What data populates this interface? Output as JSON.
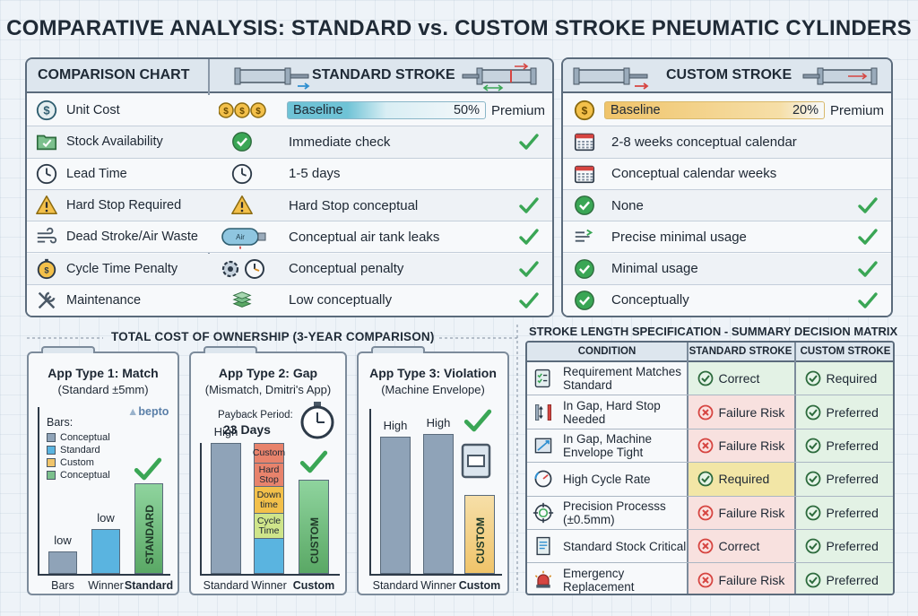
{
  "title": "COMPARATIVE ANALYSIS: STANDARD vs. CUSTOM STROKE PNEUMATIC CYLINDERS",
  "comparison": {
    "chart_label": "COMPARISON CHART",
    "standard_header": "STANDARD STROKE",
    "custom_header": "CUSTOM STROKE",
    "rows": [
      {
        "label": "Unit Cost",
        "icon": "dollar-icon",
        "std_icon": "coins-icon",
        "std_value": "Baseline",
        "std_pct": "50%",
        "std_premium": "Premium",
        "std_fill": 0.5,
        "cus_icon": "coin-icon",
        "cus_value": "Baseline",
        "cus_pct": "20%",
        "cus_premium": "Premium",
        "cus_fill": 0.8
      },
      {
        "label": "Stock Availability",
        "icon": "folder-check-icon",
        "std_icon": "check-circle-icon",
        "std_value": "Immediate check",
        "std_check": true,
        "cus_icon": "calendar-icon",
        "cus_value": "2-8 weeks conceptual calendar",
        "cus_check": false
      },
      {
        "label": "Lead Time",
        "icon": "clock-icon",
        "std_icon": "clock-icon",
        "std_value": "1-5 days",
        "std_check": false,
        "cus_icon": "calendar-icon",
        "cus_value": "Conceptual calendar weeks",
        "cus_check": false
      },
      {
        "label": "Hard Stop Required",
        "icon": "warning-icon",
        "std_icon": "warning-icon",
        "std_value": "Hard Stop conceptual",
        "std_check": true,
        "cus_icon": "check-circle-icon",
        "cus_value": "None",
        "cus_check": true
      },
      {
        "label": "Dead Stroke/Air Waste",
        "icon": "wind-icon",
        "std_icon": "air-tank-icon",
        "std_value": "Conceptual air tank leaks",
        "std_check": true,
        "cus_icon": "airflow-icon",
        "cus_value": "Precise minimal usage",
        "cus_check": true
      },
      {
        "label": "Cycle Time Penalty",
        "icon": "stopwatch-icon",
        "std_icon": "gear-clock-icon",
        "std_value": "Conceptual penalty",
        "std_check": true,
        "cus_icon": "check-circle-icon",
        "cus_value": "Minimal usage",
        "cus_check": true
      },
      {
        "label": "Maintenance",
        "icon": "tools-icon",
        "std_icon": "stack-icon",
        "std_value": "Low conceptually",
        "std_check": true,
        "cus_icon": "check-circle-icon",
        "cus_value": "Conceptually",
        "cus_check": true
      }
    ],
    "air_tag": "Air"
  },
  "tco": {
    "title": "TOTAL COST OF OWNERSHIP (3-YEAR COMPARISON)",
    "app1": {
      "title": "App Type 1: Match",
      "subtitle": "(Standard ±5mm)",
      "logo": "bepto",
      "legend_title": "Bars:",
      "legend": [
        "Conceptual",
        "Standard",
        "Custom",
        "Conceptual"
      ],
      "bars": [
        {
          "label": "Bars",
          "top": "low",
          "level": 0.14
        },
        {
          "label": "Winner",
          "top": "low",
          "level": 0.28
        },
        {
          "label": "Standard",
          "top": "",
          "level": 0.56,
          "inner": "STANDARD"
        }
      ]
    },
    "app2": {
      "title": "App Type 2: Gap",
      "subtitle": "(Mismatch, Dmitri's App)",
      "payback_label": "Payback Period:",
      "payback_value": "23 Days",
      "bars": [
        {
          "label": "Standard",
          "top": "High",
          "level": 0.86
        },
        {
          "label": "Winner",
          "top": "",
          "level": 0.86,
          "segments": [
            "Custom",
            "Hard Stop",
            "Down time",
            "Cycle Time"
          ]
        },
        {
          "label": "Custom",
          "top": "",
          "level": 0.62,
          "inner": "CUSTOM"
        }
      ]
    },
    "app3": {
      "title": "App Type 3: Violation",
      "subtitle": "(Machine Envelope)",
      "bars": [
        {
          "label": "Standard",
          "top": "High",
          "level": 0.9
        },
        {
          "label": "Winner",
          "top": "High",
          "level": 0.92
        },
        {
          "label": "Custom",
          "top": "",
          "level": 0.52,
          "inner": "CUSTOM"
        }
      ]
    }
  },
  "matrix": {
    "title": "STROKE LENGTH SPECIFICATION - SUMMARY DECISION MATRIX",
    "headers": [
      "CONDITION",
      "STANDARD STROKE",
      "CUSTOM STROKE"
    ],
    "rows": [
      {
        "condition": "Requirement Matches Standard",
        "icon": "checklist-icon",
        "std": "Correct",
        "std_status": "ok",
        "cus": "Required",
        "cus_status": "ok"
      },
      {
        "condition": "In Gap, Hard Stop Needed",
        "icon": "gap-arrows-icon",
        "std": "Failure Risk",
        "std_status": "fail",
        "cus": "Preferred",
        "cus_status": "ok"
      },
      {
        "condition": "In Gap, Machine Envelope Tight",
        "icon": "envelope-arrow-icon",
        "std": "Failure Risk",
        "std_status": "fail",
        "cus": "Preferred",
        "cus_status": "ok"
      },
      {
        "condition": "High Cycle Rate",
        "icon": "cycle-gauge-icon",
        "std": "Required",
        "std_status": "warn",
        "cus": "Preferred",
        "cus_status": "ok"
      },
      {
        "condition": "Precision Processs (±0.5mm)",
        "icon": "target-icon",
        "std": "Failure Risk",
        "std_status": "fail",
        "cus": "Preferred",
        "cus_status": "ok"
      },
      {
        "condition": "Standard Stock Critical",
        "icon": "stock-doc-icon",
        "std": "Correct",
        "std_status": "fail",
        "cus": "Preferred",
        "cus_status": "ok"
      },
      {
        "condition": "Emergency Replacement",
        "icon": "alarm-icon",
        "std": "Failure Risk",
        "std_status": "fail",
        "cus": "Preferred",
        "cus_status": "ok"
      }
    ]
  },
  "colors": {
    "ok_green": "#3aa655",
    "fail_red": "#d64541",
    "warn_yellow": "#f2e6a6",
    "std_bar": "#6fc3d6",
    "cus_bar": "#f0c46a"
  }
}
